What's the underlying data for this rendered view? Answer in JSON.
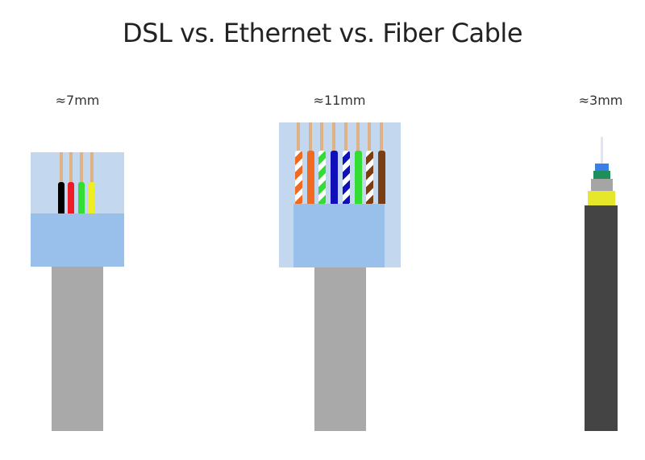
{
  "title": "DSL vs. Ethernet vs. Fiber Cable",
  "cables": [
    {
      "name": "DSL",
      "size_label": "≈7mm",
      "wires": [
        "#000000",
        "#ee1c24",
        "#33dd33",
        "#eeee22"
      ],
      "connector_color": "#c3d8ef",
      "connector_inner_color": "#99c0ea",
      "jacket_color": "#a9a9a9"
    },
    {
      "name": "Ethernet",
      "size_label": "≈11mm",
      "wires": [
        {
          "color": "#f06a22",
          "striped": true
        },
        {
          "color": "#f06a22",
          "striped": false
        },
        {
          "color": "#33dd33",
          "striped": true
        },
        {
          "color": "#1010bb",
          "striped": false
        },
        {
          "color": "#1010bb",
          "striped": true
        },
        {
          "color": "#33dd33",
          "striped": false
        },
        {
          "color": "#7a3e12",
          "striped": true
        },
        {
          "color": "#7a3e12",
          "striped": false
        }
      ],
      "connector_color": "#c3d8ef",
      "connector_inner_color": "#99c0ea",
      "jacket_color": "#a9a9a9"
    },
    {
      "name": "Fiber",
      "size_label": "≈3mm",
      "layers": [
        "#e6e6f6",
        "#3a7ee8",
        "#1e8f5a",
        "#a5a5a5",
        "#e6e62a",
        "#444444"
      ]
    }
  ]
}
